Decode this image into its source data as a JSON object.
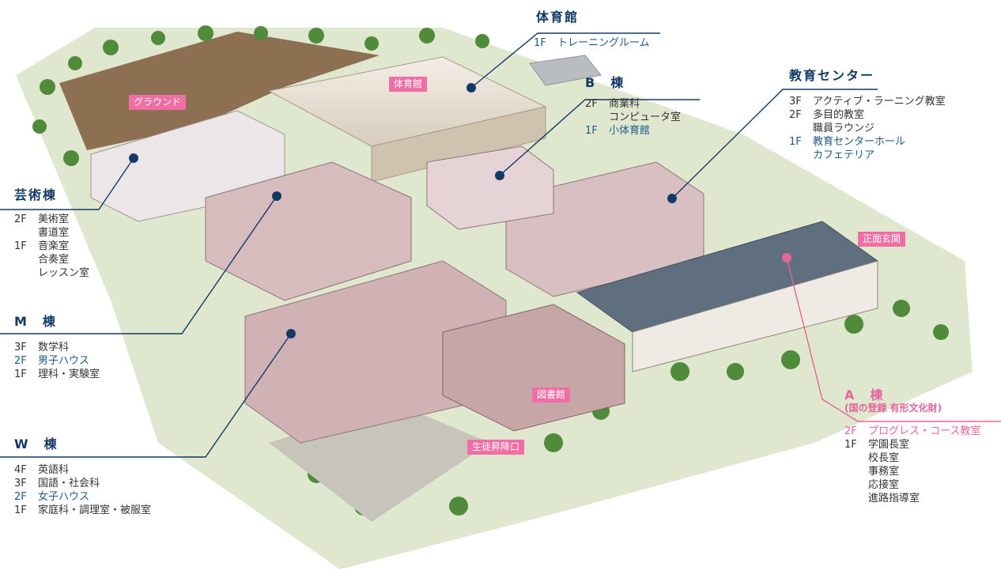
{
  "colors": {
    "line_blue": "#123a66",
    "line_pink": "#e5649a",
    "tag_pink": "#f06ea3"
  },
  "map_labels": {
    "ground": "グラウンド",
    "gym": "体育館",
    "front_entrance": "正面玄関",
    "library": "図書館",
    "student_entrance": "生徒昇降口"
  },
  "callouts": {
    "gym": {
      "title": "体育館",
      "rows": [
        {
          "floor": "1F",
          "name": "トレーニングルーム"
        }
      ]
    },
    "b": {
      "title": "B　棟",
      "rows": [
        {
          "floor": "2F",
          "name": "商業科"
        },
        {
          "floor": "",
          "name": "コンピュータ室"
        },
        {
          "floor": "1F",
          "name": "小体育館"
        }
      ]
    },
    "edu": {
      "title": "教育センター",
      "rows": [
        {
          "floor": "3F",
          "name": "アクティブ・ラーニング教室"
        },
        {
          "floor": "2F",
          "name": "多目的教室"
        },
        {
          "floor": "",
          "name": "職員ラウンジ"
        },
        {
          "floor": "1F",
          "name": "教育センターホール"
        },
        {
          "floor": "",
          "name": "カフェテリア"
        }
      ]
    },
    "art": {
      "title": "芸術棟",
      "rows": [
        {
          "floor": "2F",
          "name": "美術室"
        },
        {
          "floor": "",
          "name": "書道室"
        },
        {
          "floor": "1F",
          "name": "音楽室"
        },
        {
          "floor": "",
          "name": "合奏室"
        },
        {
          "floor": "",
          "name": "レッスン室"
        }
      ]
    },
    "m": {
      "title": "M　棟",
      "rows": [
        {
          "floor": "3F",
          "name": "数学科"
        },
        {
          "floor": "2F",
          "name": "男子ハウス"
        },
        {
          "floor": "1F",
          "name": "理科・実験室"
        }
      ]
    },
    "w": {
      "title": "W　棟",
      "rows": [
        {
          "floor": "4F",
          "name": "英語科"
        },
        {
          "floor": "3F",
          "name": "国語・社会科"
        },
        {
          "floor": "2F",
          "name": "女子ハウス"
        },
        {
          "floor": "1F",
          "name": "家庭科・調理室・被服室"
        }
      ]
    },
    "a": {
      "title": "A　棟",
      "subtitle": "(国の登録 有形文化財)",
      "rows": [
        {
          "floor": "2F",
          "name": "プログレス・コース教室"
        },
        {
          "floor": "1F",
          "name": "学園長室"
        },
        {
          "floor": "",
          "name": "校長室"
        },
        {
          "floor": "",
          "name": "事務室"
        },
        {
          "floor": "",
          "name": "応接室"
        },
        {
          "floor": "",
          "name": "進路指導室"
        }
      ]
    }
  }
}
